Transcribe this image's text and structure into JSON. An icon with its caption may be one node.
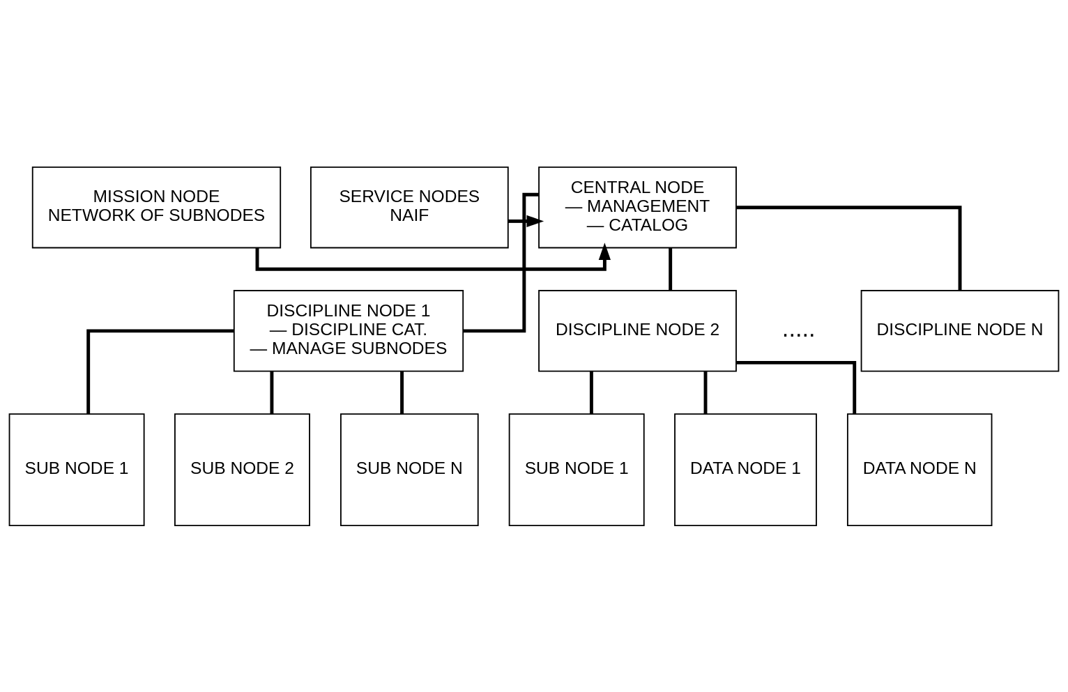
{
  "diagram": {
    "nodes": [
      {
        "text": [
          "MISSION NODE",
          "NETWORK OF SUBNODES"
        ]
      },
      {
        "text": [
          "CENTRAL NODE",
          "— MANAGEMENT",
          "— CATALOG"
        ]
      },
      {
        "text": [
          "SERVICE NODES",
          "NAIF"
        ]
      },
      {
        "text": [
          "DISCIPLINE NODE 1",
          "— DISCIPLINE CAT.",
          "— MANAGE SUBNODES"
        ]
      },
      {
        "text": [
          "DISCIPLINE NODE 2"
        ]
      },
      {
        "text": [
          "DISCIPLINE NODE N"
        ]
      },
      {
        "text": [
          "SUB NODE 1"
        ]
      },
      {
        "text": [
          "SUB NODE 2"
        ]
      },
      {
        "text": [
          "SUB NODE N"
        ]
      },
      {
        "text": [
          "SUB NODE 1"
        ]
      },
      {
        "text": [
          "DATA NODE 1"
        ]
      },
      {
        "text": [
          "DATA NODE N"
        ]
      }
    ],
    "edges": [
      {
        "from": 0,
        "to": 1,
        "arrow": "to"
      },
      {
        "from": 2,
        "to": 1,
        "arrow": "to"
      },
      {
        "from": 1,
        "to": 3,
        "arrow": "none"
      },
      {
        "from": 1,
        "to": 4,
        "arrow": "none"
      },
      {
        "from": 1,
        "to": 5,
        "arrow": "none"
      },
      {
        "from": 3,
        "to": 6,
        "arrow": "none"
      },
      {
        "from": 3,
        "to": 7,
        "arrow": "none"
      },
      {
        "from": 3,
        "to": 8,
        "arrow": "none"
      },
      {
        "from": 4,
        "to": 9,
        "arrow": "none"
      },
      {
        "from": 4,
        "to": 10,
        "arrow": "none"
      },
      {
        "from": 4,
        "to": 11,
        "arrow": "none"
      }
    ],
    "labels": [
      "....."
    ]
  }
}
